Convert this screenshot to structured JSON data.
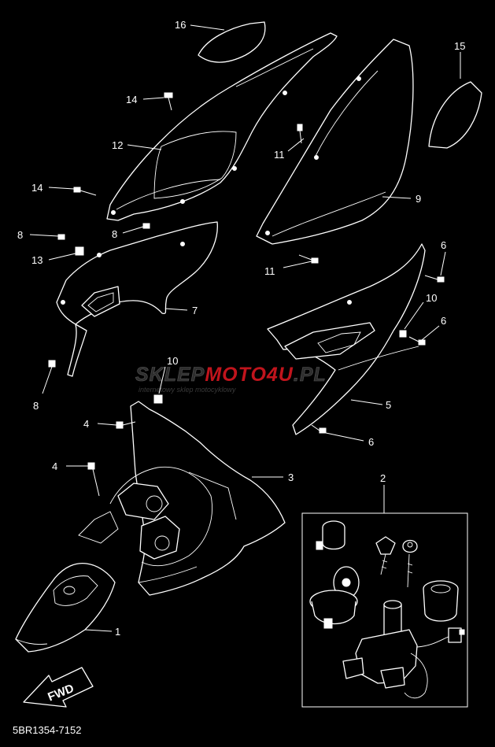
{
  "diagram_code": "5BR1354-7152",
  "callouts": [
    {
      "id": "c16",
      "label": "16"
    },
    {
      "id": "c15",
      "label": "15"
    },
    {
      "id": "c14a",
      "label": "14"
    },
    {
      "id": "c14b",
      "label": "14"
    },
    {
      "id": "c12",
      "label": "12"
    },
    {
      "id": "c11a",
      "label": "11"
    },
    {
      "id": "c11b",
      "label": "11"
    },
    {
      "id": "c9",
      "label": "9"
    },
    {
      "id": "c8a",
      "label": "8"
    },
    {
      "id": "c8b",
      "label": "8"
    },
    {
      "id": "c8c",
      "label": "8"
    },
    {
      "id": "c13",
      "label": "13"
    },
    {
      "id": "c7",
      "label": "7"
    },
    {
      "id": "c6a",
      "label": "6"
    },
    {
      "id": "c6b",
      "label": "6"
    },
    {
      "id": "c6c",
      "label": "6"
    },
    {
      "id": "c10a",
      "label": "10"
    },
    {
      "id": "c10b",
      "label": "10"
    },
    {
      "id": "c5",
      "label": "5"
    },
    {
      "id": "c4a",
      "label": "4"
    },
    {
      "id": "c4b",
      "label": "4"
    },
    {
      "id": "c3",
      "label": "3"
    },
    {
      "id": "c2",
      "label": "2"
    },
    {
      "id": "c1",
      "label": "1"
    }
  ],
  "fwd_label": "FWD",
  "watermark": {
    "brand_a": "SKLEP",
    "brand_b": "MOTO",
    "brand_c": "4U",
    "brand_d": ".PL",
    "tagline": "internetowy sklep motocyklowy"
  },
  "colors": {
    "background": "#000000",
    "line": "#ffffff",
    "watermark_gray": "#4a4a4a",
    "watermark_red": "#c0141c"
  }
}
